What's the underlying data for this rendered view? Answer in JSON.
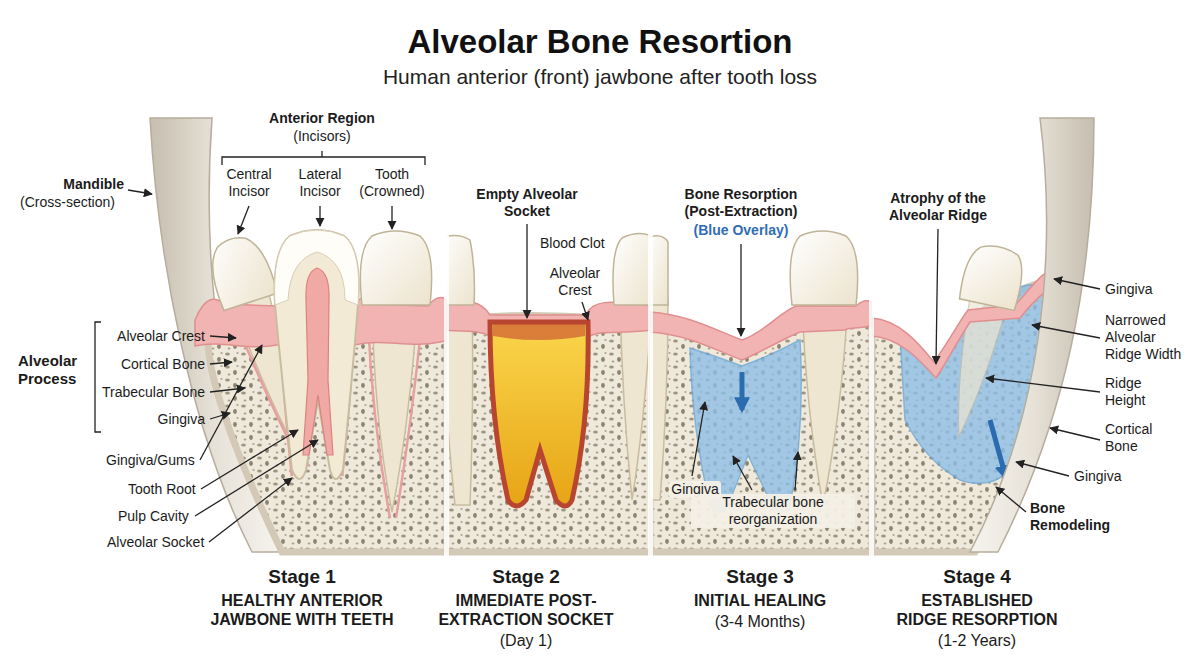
{
  "diagram": {
    "title": "Alveolar Bone Resortion",
    "caption": "Human anterior (front) jawbone after tooth loss",
    "labels": [
      "Anterior Region",
      "(Incisors)",
      "Central Incisor",
      "Lateral Incisor",
      "Tooth (Crowned)",
      "Mandible",
      "(Cross-section)",
      "Alveolar Process",
      "Alveolar Crest",
      "Cortical Bone",
      "Trabecular Bone",
      "Gingiva",
      "Gingiva/Gums",
      "Tooth Root",
      "Pulp Cavity",
      "Alveolar Socket",
      "Empty Alveolar Socket",
      "Blood Clot",
      "Alveolar Crest",
      "Bone Resorption (Post-Extraction)",
      "(Blue Overlay)",
      "Gingiva",
      "Trabecular bone reorganization",
      "Atrophy of the Alveolar Ridge",
      "Gingiva",
      "Narrowed Alveolar Ridge Width",
      "Ridge Height",
      "Cortical Bone",
      "Gingiva",
      "Bone Remodeling",
      "Stage 1",
      "HEALTHY ANTERIOR JAWBONE WITH TEETH",
      "Stage 2",
      "IMMEDIATE POST- EXTRACTION SOCKET",
      "(Day 1)",
      "Stage 3",
      "INITIAL HEALING",
      "(3-4 Months)",
      "Stage 4",
      "ESTABLISHED RIDGE RESORPTION",
      "(1-2 Years)"
    ]
  }
}
